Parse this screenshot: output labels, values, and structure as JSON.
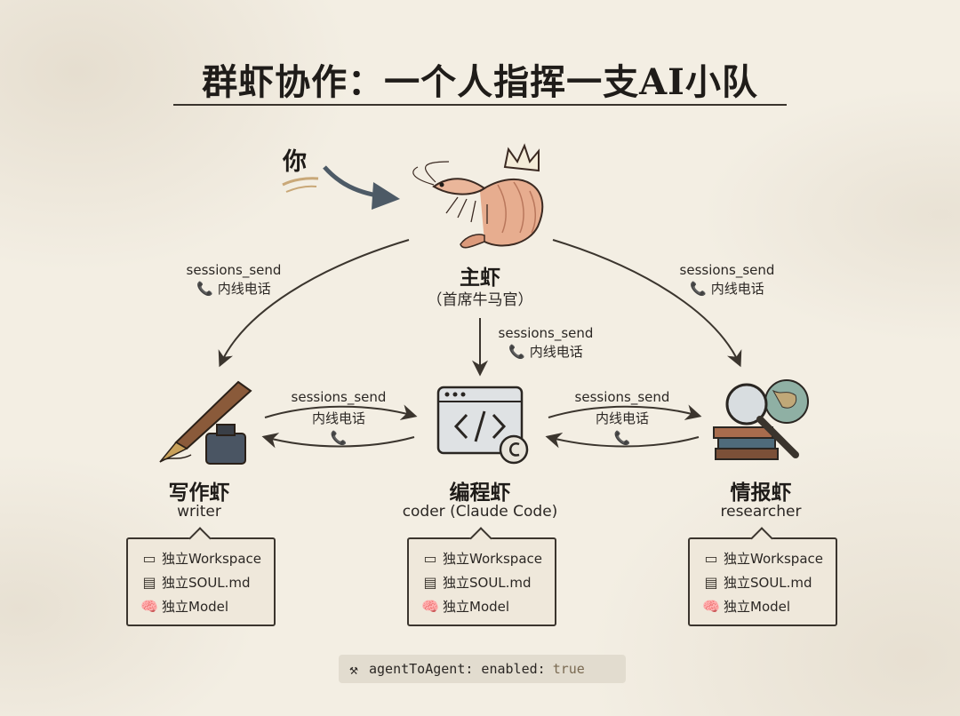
{
  "title": "群虾协作：一个人指挥一支AI小队",
  "user": {
    "label": "你"
  },
  "main": {
    "name": "主虾",
    "role": "（首席牛马官）"
  },
  "links": {
    "left": {
      "method": "sessions_send",
      "label": "📞 内线电话"
    },
    "right": {
      "method": "sessions_send",
      "label": "📞 内线电话"
    },
    "down": {
      "method": "sessions_send",
      "label": "📞 内线电话"
    },
    "writer_coder": {
      "method": "sessions_send",
      "label": "内线电话",
      "icon": "📞"
    },
    "coder_researcher": {
      "method": "sessions_send",
      "label": "内线电话",
      "icon": "📞"
    }
  },
  "agents": [
    {
      "name": "写作虾",
      "id": "writer",
      "features": [
        {
          "icon": "desk-icon",
          "text": "独立Workspace"
        },
        {
          "icon": "document-icon",
          "text": "独立SOUL.md"
        },
        {
          "icon": "brain-icon",
          "text": "独立Model"
        }
      ]
    },
    {
      "name": "编程虾",
      "id": "coder (Claude Code)",
      "features": [
        {
          "icon": "desk-icon",
          "text": "独立Workspace"
        },
        {
          "icon": "document-icon",
          "text": "独立SOUL.md"
        },
        {
          "icon": "brain-icon",
          "text": "独立Model"
        }
      ]
    },
    {
      "name": "情报虾",
      "id": "researcher",
      "features": [
        {
          "icon": "desk-icon",
          "text": "独立Workspace"
        },
        {
          "icon": "document-icon",
          "text": "独立SOUL.md"
        },
        {
          "icon": "brain-icon",
          "text": "独立Model"
        }
      ]
    }
  ],
  "config": {
    "key": "agentToAgent: enabled:",
    "value": "true"
  },
  "colors": {
    "background": "#f3eee3",
    "ink": "#2a2622",
    "shrimp": "#e2a487",
    "arrow": "#4d5a66",
    "card": "#efe8db"
  }
}
